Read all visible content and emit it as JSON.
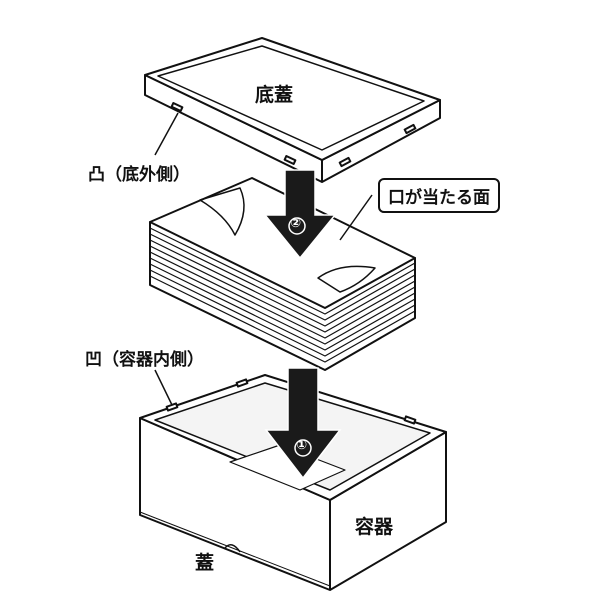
{
  "labels": {
    "bottom_lid": "底蓋",
    "convex": "凸（底外側）",
    "mouth_surface": "口が当たる面",
    "step2": "②",
    "concave": "凹（容器内側）",
    "step1": "①",
    "container": "容器",
    "lid": "蓋"
  },
  "colors": {
    "line": "#111111",
    "arrow": "#1a1a1a"
  }
}
